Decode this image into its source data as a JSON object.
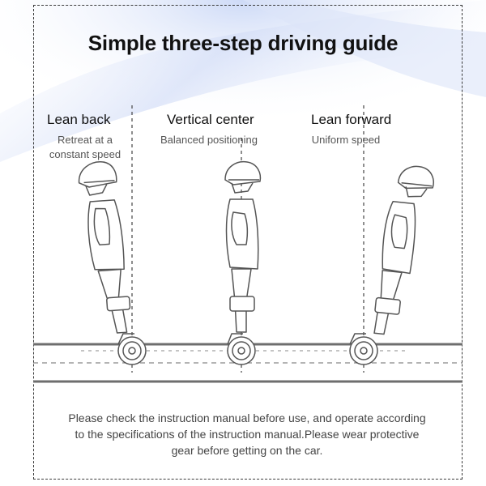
{
  "title": "Simple three-step driving guide",
  "steps": [
    {
      "title": "Lean back",
      "desc_lines": [
        "Retreat at a",
        "constant speed"
      ],
      "icon": "rider-leaning-back-icon"
    },
    {
      "title": "Vertical center",
      "desc_lines": [
        "Balanced positioning"
      ],
      "icon": "rider-upright-icon"
    },
    {
      "title": "Lean forward",
      "desc_lines": [
        "Uniform speed"
      ],
      "icon": "rider-leaning-forward-icon"
    }
  ],
  "footer": {
    "lines": [
      "Please check the instruction manual before use, and operate according",
      "to the specifications of the instruction manual.Please wear protective",
      "gear before getting on the car."
    ]
  },
  "colors": {
    "line": "#555555",
    "ground": "#6e6e6e",
    "glow": "#c9d8f5"
  }
}
